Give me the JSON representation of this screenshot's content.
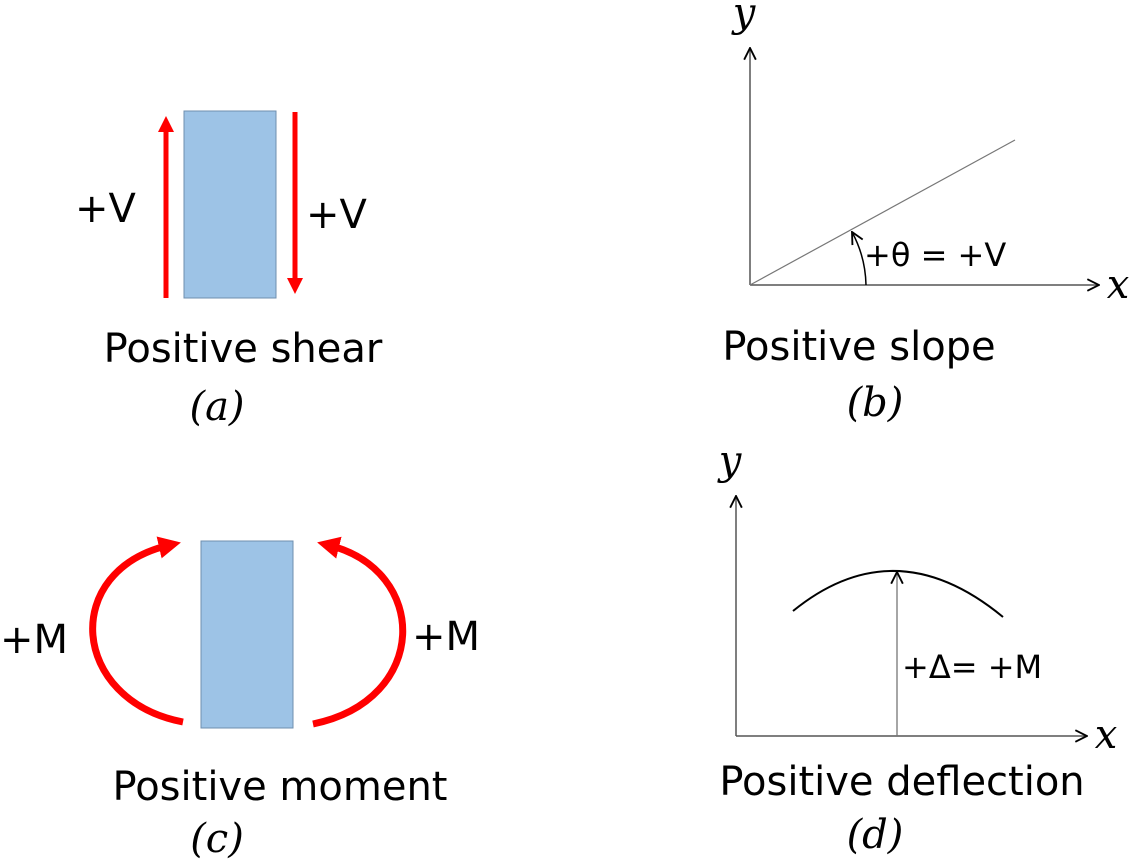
{
  "panel_a": {
    "label_left": "+V",
    "label_right": "+V",
    "caption": "Positive shear",
    "sub": "(a)"
  },
  "panel_b": {
    "y_axis": "y",
    "x_axis": "x",
    "annotation": "+θ = +V",
    "caption": "Positive slope",
    "sub": "(b)"
  },
  "panel_c": {
    "label_left": "+M",
    "label_right": "+M",
    "caption": "Positive moment",
    "sub": "(c)"
  },
  "panel_d": {
    "y_axis": "y",
    "x_axis": "x",
    "annotation": "+Δ= +M",
    "caption": "Positive deflection",
    "sub": "(d)"
  },
  "colors": {
    "block_fill": "#9DC3E6",
    "block_stroke": "#6F8FAF",
    "arrow": "#FF0000",
    "line": "#000000",
    "axis": "#555555"
  }
}
